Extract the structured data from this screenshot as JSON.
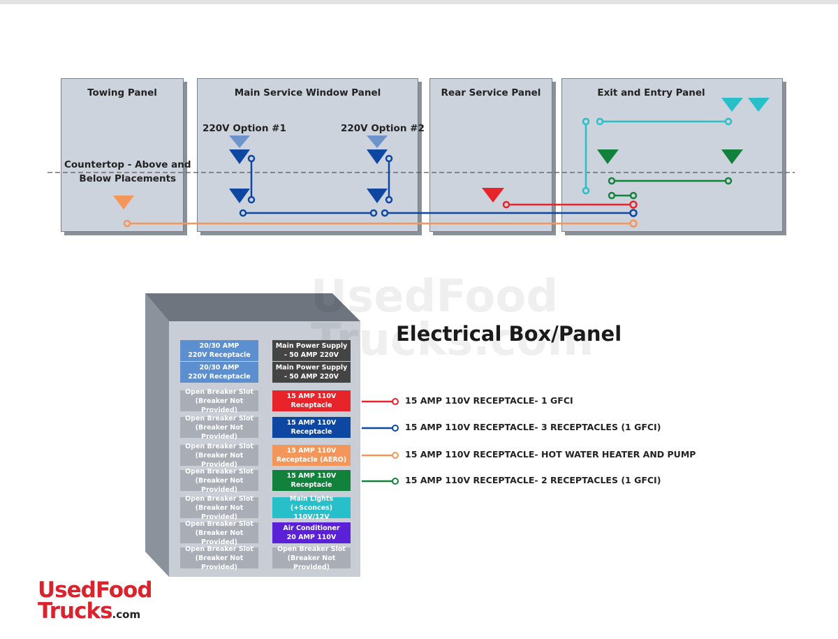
{
  "panels": {
    "towing": "Towing Panel",
    "main": "Main Service Window Panel",
    "rear": "Rear Service Panel",
    "exit": "Exit and Entry Panel"
  },
  "labels": {
    "option1": "220V Option #1",
    "option2": "220V Option #2",
    "countertop": "Countertop - Above and\nBelow Placements"
  },
  "title": "Electrical Box/Panel",
  "watermark": "UsedFood\nTrucks.com",
  "logo": {
    "line1": "UsedFood",
    "line2": "Trucks",
    "suffix": ".com"
  },
  "colors": {
    "red": "#e8242b",
    "blue": "#0d47a1",
    "orange": "#f4955a",
    "green": "#12813c",
    "cyan": "#27bfc9",
    "lightblue": "#5b8fd0",
    "dark": "#444444",
    "purple": "#5b21d6",
    "slot": "#a9aeb6"
  },
  "breakers": [
    {
      "left": "20/30 AMP\n220V Receptacle",
      "left_color": "#5b8fd0",
      "right": "Main Power Supply\n- 50 AMP 220V",
      "right_color": "#444444"
    },
    {
      "left": "20/30 AMP\n220V Receptacle",
      "left_color": "#5b8fd0",
      "right": "Main Power Supply\n- 50 AMP 220V",
      "right_color": "#444444"
    },
    {
      "left": "Open Breaker Slot\n(Breaker Not Provided)",
      "left_color": "#a9aeb6",
      "right": "15 AMP 110V\nReceptacle",
      "right_color": "#e8242b"
    },
    {
      "left": "Open Breaker Slot\n(Breaker Not Provided)",
      "left_color": "#a9aeb6",
      "right": "15 AMP 110V\nReceptacle",
      "right_color": "#0d47a1"
    },
    {
      "left": "Open Breaker Slot\n(Breaker Not Provided)",
      "left_color": "#a9aeb6",
      "right": "15 AMP 110V\nReceptacle (AERO)",
      "right_color": "#f4955a"
    },
    {
      "left": "Open Breaker Slot\n(Breaker Not Provided)",
      "left_color": "#a9aeb6",
      "right": "15 AMP 110V\nReceptacle",
      "right_color": "#12813c"
    },
    {
      "left": "Open Breaker Slot\n(Breaker Not Provided)",
      "left_color": "#a9aeb6",
      "right": "Main Lights (+Sconces)\n110V/12V",
      "right_color": "#27bfc9"
    },
    {
      "left": "Open Breaker Slot\n(Breaker Not Provided)",
      "left_color": "#a9aeb6",
      "right": "Air Conditioner\n20 AMP 110V",
      "right_color": "#5b21d6"
    },
    {
      "left": "Open Breaker Slot\n(Breaker Not Provided)",
      "left_color": "#a9aeb6",
      "right": "Open Breaker Slot\n(Breaker Not Provided)",
      "right_color": "#a9aeb6"
    }
  ],
  "legend": [
    {
      "text": "15 AMP 110V RECEPTACLE- 1 GFCI",
      "color": "#e8242b"
    },
    {
      "text": "15 AMP 110V RECEPTACLE- 3 RECEPTACLES (1 GFCI)",
      "color": "#0d47a1"
    },
    {
      "text": "15 AMP 110V RECEPTACLE- HOT WATER HEATER AND PUMP",
      "color": "#f4955a"
    },
    {
      "text": "15 AMP 110V RECEPTACLE- 2 RECEPTACLES (1 GFCI)",
      "color": "#12813c"
    }
  ]
}
